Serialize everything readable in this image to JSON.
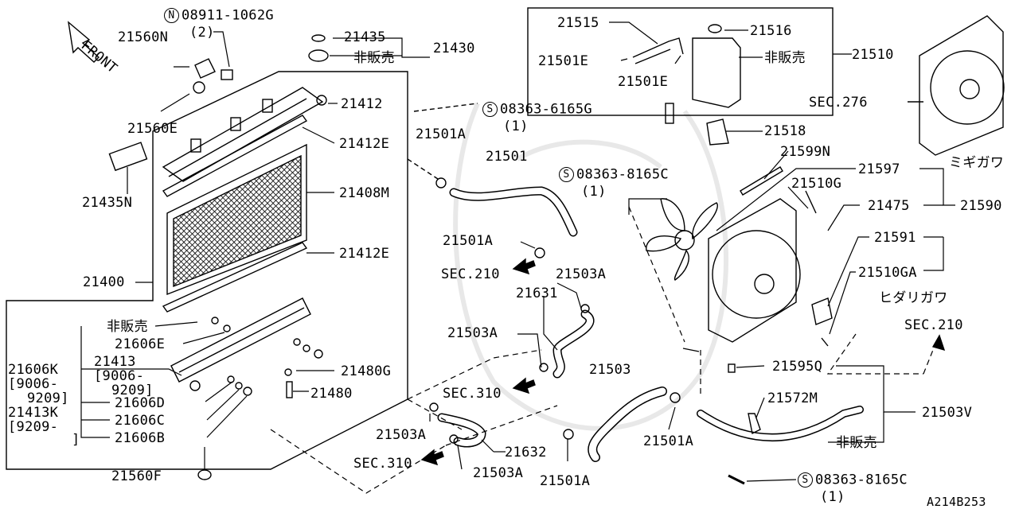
{
  "diagram_code": "A214B253",
  "front_label": "FRONT",
  "circle_n": "N",
  "circle_s": "S",
  "bolt_n_part": "08911-1062G",
  "bolt_n_qty": "(2)",
  "bolt_s1_part": "08363-6165G",
  "bolt_s1_qty": "(1)",
  "bolt_s2_part": "08363-8165C",
  "bolt_s2_qty": "(1)",
  "bolt_s3_part": "08363-8165C",
  "bolt_s3_qty": "(1)",
  "not_for_sale": "非販売",
  "right_side": "ミギガワ",
  "left_side": "ヒダリガワ",
  "sec276": "SEC.276",
  "sec210": "SEC.210",
  "sec310": "SEC.310",
  "parts": {
    "p21560N": "21560N",
    "p21435": "21435",
    "p21430": "21430",
    "p21412": "21412",
    "p21560E": "21560E",
    "p21412E": "21412E",
    "p21435N": "21435N",
    "p21408M": "21408M",
    "p21400": "21400",
    "p21606E": "21606E",
    "p21606K": "21606K",
    "p21413": "21413",
    "p9006a": "[9006-",
    "p9209a": "9209]",
    "p21480G": "21480G",
    "p21480": "21480",
    "p21606D": "21606D",
    "p21413K": "21413K",
    "p9209b": "[9209-",
    "p_close": "]",
    "p21606C": "21606C",
    "p21606B": "21606B",
    "p21560F": "21560F",
    "p21515": "21515",
    "p21516": "21516",
    "p21501E": "21501E",
    "p21510": "21510",
    "p21518": "21518",
    "p21501A": "21501A",
    "p21501": "21501",
    "p21599N": "21599N",
    "p21597": "21597",
    "p21510G": "21510G",
    "p21475": "21475",
    "p21590": "21590",
    "p21591": "21591",
    "p21510GA": "21510GA",
    "p21503A": "21503A",
    "p21631": "21631",
    "p21595Q": "21595Q",
    "p21503": "21503",
    "p21572M": "21572M",
    "p21503V": "21503V",
    "p21632": "21632"
  }
}
